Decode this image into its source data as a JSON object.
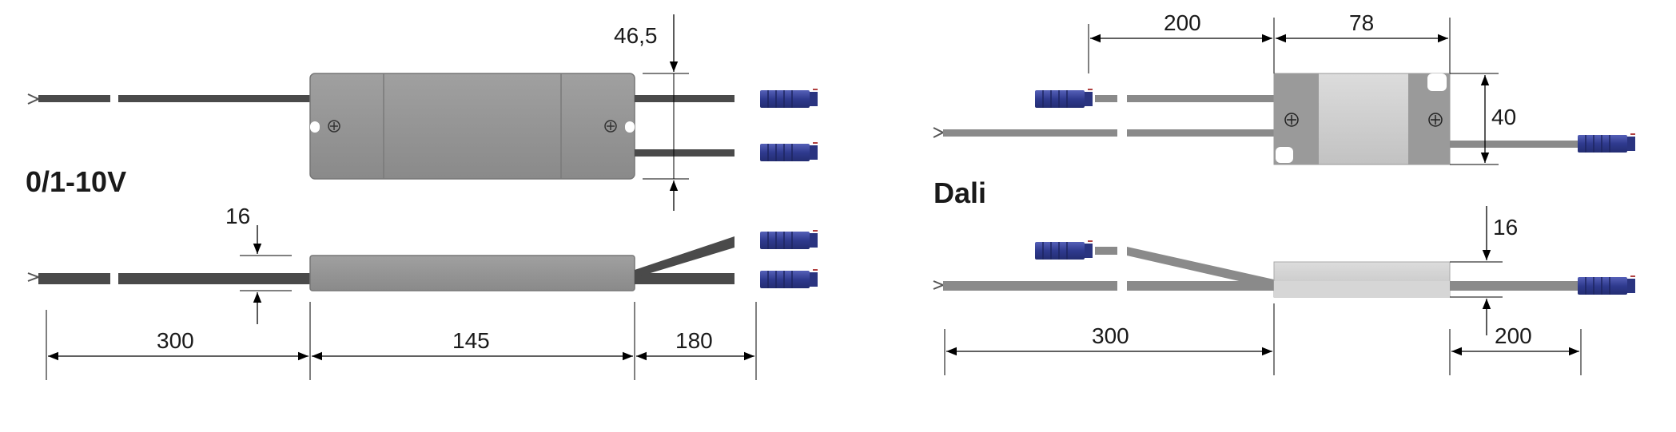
{
  "colors": {
    "background": "#ffffff",
    "cable": "#4a4a4a",
    "cable_light": "#8a8a8a",
    "driver_dark": "#8e8e8e",
    "driver_light": "#cfcfcf",
    "connector": "#3a46a0",
    "line": "#000000"
  },
  "left": {
    "title": "0/1-10V",
    "dims": {
      "height_top": "46,5",
      "height_side": "16",
      "cable_in": "300",
      "body": "145",
      "cable_out": "180"
    }
  },
  "right": {
    "title": "Dali",
    "dims": {
      "cable_top": "200",
      "body_width": "78",
      "height_top": "40",
      "height_side": "16",
      "cable_in": "300",
      "cable_out": "200"
    }
  },
  "icons": [
    "screw-hole-icon",
    "connector-plug-icon",
    "wire-end-icon",
    "arrow-icon"
  ]
}
